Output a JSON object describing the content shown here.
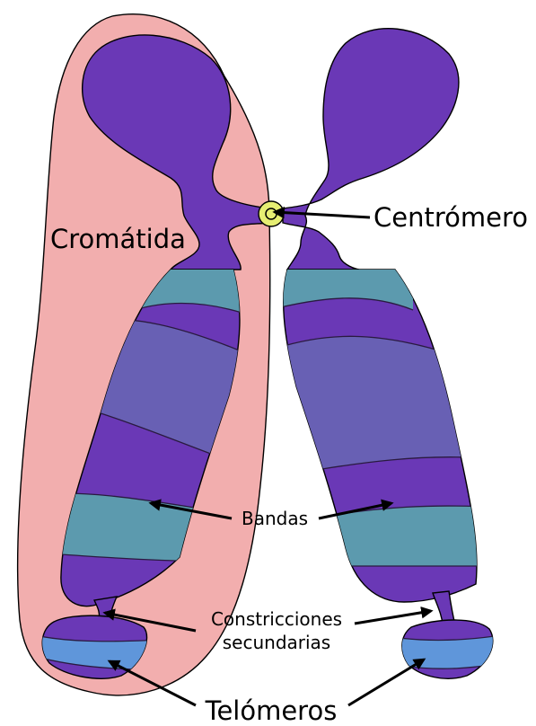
{
  "labels": {
    "chromatid": "Cromátida",
    "centromere": "Centrómero",
    "bands": "Bandas",
    "constrictions_line1": "Constricciones",
    "constrictions_line2": "secundarias",
    "telomeres": "Telómeros"
  },
  "colors": {
    "chromatid_highlight": "#f2aeae",
    "chromosome": "#6a38b6",
    "band_teal": "#5c9aae",
    "band_slate": "#6860b4",
    "telomere_blue": "#5f96da",
    "centromere_yellow": "#e6ee73"
  }
}
